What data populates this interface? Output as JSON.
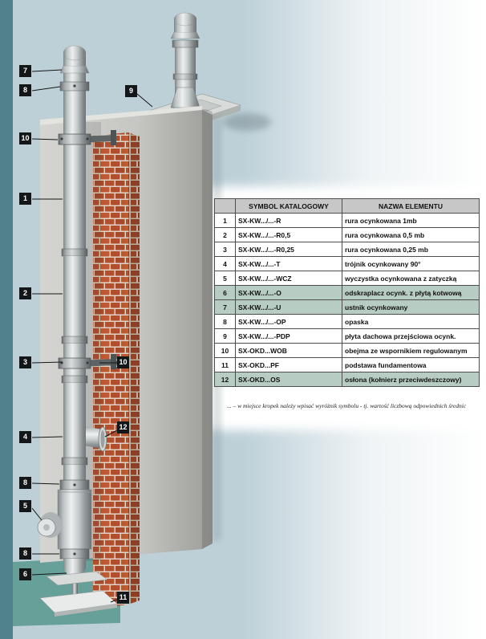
{
  "table": {
    "header": {
      "num": "",
      "symbol": "SYMBOL KATALOGOWY",
      "name": "NAZWA ELEMENTU"
    },
    "rows": [
      {
        "num": "1",
        "symbol": "SX-KW.../...-R",
        "name": "rura ocynkowana 1mb"
      },
      {
        "num": "2",
        "symbol": "SX-KW.../...-R0,5",
        "name": "rura ocynkowana 0,5 mb"
      },
      {
        "num": "3",
        "symbol": "SX-KW.../...-R0,25",
        "name": "rura ocynkowana 0,25 mb"
      },
      {
        "num": "4",
        "symbol": "SX-KW.../...-T",
        "name": "trójnik ocynkowany 90°"
      },
      {
        "num": "5",
        "symbol": "SX-KW.../...-WCZ",
        "name": "wyczystka ocynkowana z zatyczką"
      },
      {
        "num": "6",
        "symbol": "SX-KW.../...-O",
        "name": "odskraplacz ocynk. z płytą kotwową"
      },
      {
        "num": "7",
        "symbol": "SX-KW.../...-U",
        "name": "ustnik ocynkowany"
      },
      {
        "num": "8",
        "symbol": "SX-KW.../...-OP",
        "name": "opaska"
      },
      {
        "num": "9",
        "symbol": "SX-KW.../...-PDP",
        "name": "płyta dachowa przejściowa ocynk."
      },
      {
        "num": "10",
        "symbol": "SX-OKD...WOB",
        "name": "obejma ze wspornikiem regulowanym"
      },
      {
        "num": "11",
        "symbol": "SX-OKD...PF",
        "name": "podstawa fundamentowa"
      },
      {
        "num": "12",
        "symbol": "SX-OKD...OS",
        "name": "osłona (kołnierz przeciwdeszczowy)"
      }
    ],
    "highlighted_rows": [
      6,
      7,
      12
    ]
  },
  "footnote": "... – w miejsce kropek należy wpisać wyróżnik symbolu - tj. wartość liczbową odpowiednich średnic",
  "callouts": [
    {
      "label": "7"
    },
    {
      "label": "8"
    },
    {
      "label": "10"
    },
    {
      "label": "1"
    },
    {
      "label": "2"
    },
    {
      "label": "3"
    },
    {
      "label": "4"
    },
    {
      "label": "8"
    },
    {
      "label": "5"
    },
    {
      "label": "8"
    },
    {
      "label": "6"
    },
    {
      "label": "9"
    },
    {
      "label": "10"
    },
    {
      "label": "12"
    },
    {
      "label": "11"
    }
  ],
  "colors": {
    "accent_teal": "#4f828c",
    "ground_teal": "#67a099",
    "row_highlight": "#b7cdc3",
    "brick": "#b4502d",
    "table_header_bg": "#c7c7c7"
  }
}
